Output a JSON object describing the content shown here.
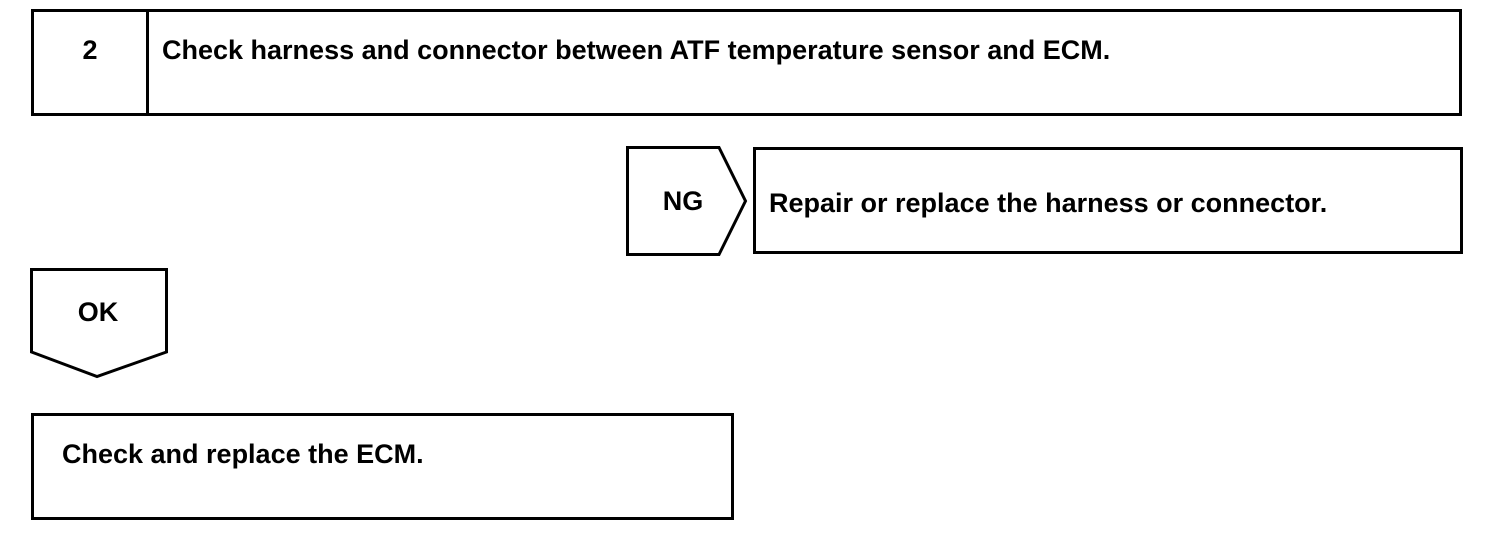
{
  "step": {
    "number": "2",
    "title": "Check harness and connector between ATF temperature sensor and ECM."
  },
  "ng_branch": {
    "label": "NG",
    "action": "Repair or replace the harness or connector."
  },
  "ok_branch": {
    "label": "OK",
    "action": "Check and replace the ECM."
  },
  "colors": {
    "stroke": "#000000",
    "background": "#ffffff"
  }
}
